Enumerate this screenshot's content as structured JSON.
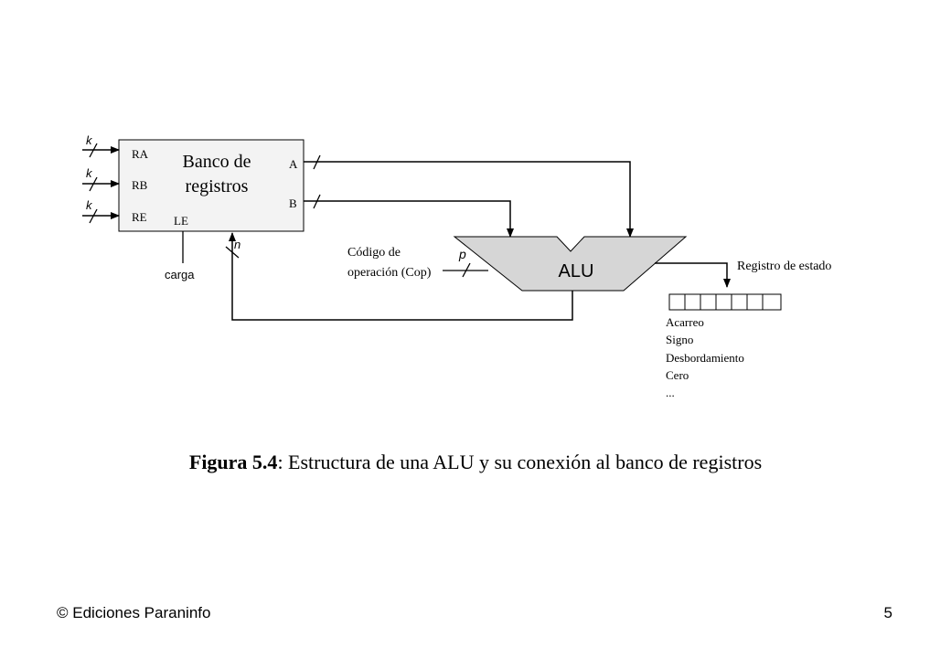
{
  "register_bank": {
    "title_line1": "Banco de",
    "title_line2": "registros",
    "ports": {
      "ra": "RA",
      "rb": "RB",
      "re": "RE",
      "le": "LE",
      "a": "A",
      "b": "B"
    },
    "input_width": "k",
    "load_label": "carga",
    "feedback_width": "n"
  },
  "alu": {
    "label": "ALU",
    "op_code_line1": "Código de",
    "op_code_line2": "operación (Cop)",
    "op_code_width": "p"
  },
  "status_register": {
    "label": "Registro de estado",
    "flags": [
      "Acarreo",
      "Signo",
      "Desbordamiento",
      "Cero",
      "..."
    ]
  },
  "caption": {
    "figure_label": "Figura 5.4",
    "text": ": Estructura de una ALU y su conexión al banco de registros"
  },
  "footer": {
    "copyright": "© Ediciones Paraninfo",
    "page_number": "5"
  }
}
